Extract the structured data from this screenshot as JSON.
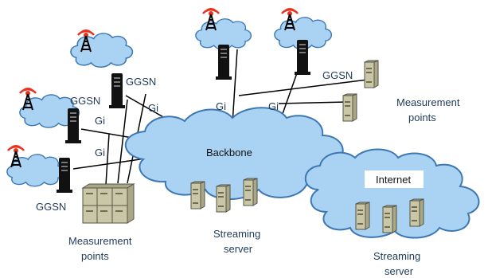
{
  "labels": {
    "backbone": "Backbone",
    "internet": "Internet",
    "ggsn": "GGSN",
    "gi": "Gi",
    "measurement_points": [
      "Measurement",
      "points"
    ],
    "streaming_server": [
      "Streaming",
      "server"
    ]
  },
  "colors": {
    "cloud_fill": "#a9d2f3",
    "cloud_stroke": "#3d78b3",
    "tower_glow": "#e8321e",
    "text": "#1f3a5a"
  },
  "icons": {
    "radio_tower": "radio-tower-icon",
    "ggsn_node": "ggsn-device-icon",
    "server": "server-tower-icon"
  }
}
